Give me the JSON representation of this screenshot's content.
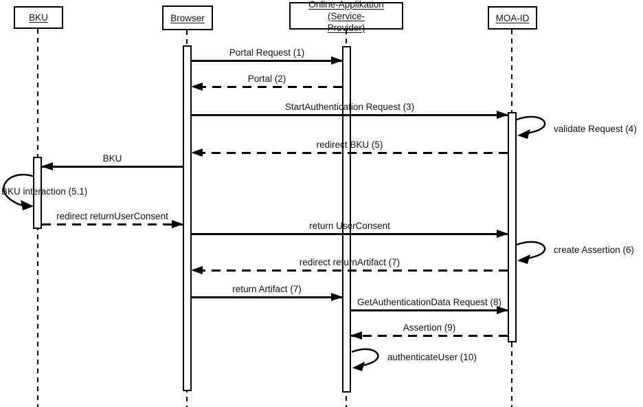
{
  "diagram_type": "uml-sequence",
  "colors": {
    "background": "#ffffff",
    "line": "#000000",
    "text": "#111111"
  },
  "participants": [
    {
      "label": "BKU"
    },
    {
      "label": "Browser"
    },
    {
      "label": "Online-Applikation (Service-\nProvider)"
    },
    {
      "label": "MOA-ID"
    }
  ],
  "messages": [
    {
      "label": "Portal Request (1)",
      "from": "Browser",
      "to": "Online-Applikation (Service-Provider)",
      "style": "solid"
    },
    {
      "label": "Portal (2)",
      "from": "Online-Applikation (Service-Provider)",
      "to": "Browser",
      "style": "dashed"
    },
    {
      "label": "StartAuthentication Request (3)",
      "from": "Browser",
      "to": "MOA-ID",
      "style": "solid"
    },
    {
      "label": "validate Request (4)",
      "from": "MOA-ID",
      "to": "MOA-ID",
      "style": "self"
    },
    {
      "label": "redirect BKU (5)",
      "from": "MOA-ID",
      "to": "Browser",
      "style": "dashed"
    },
    {
      "label": "BKU",
      "from": "Browser",
      "to": "BKU",
      "style": "solid"
    },
    {
      "label": "BKU interaction (5.1)",
      "from": "BKU",
      "to": "BKU",
      "style": "self"
    },
    {
      "label": "redirect returnUserConsent",
      "from": "BKU",
      "to": "Browser",
      "style": "dashed"
    },
    {
      "label": "return UserConsent",
      "from": "Browser",
      "to": "MOA-ID",
      "style": "solid"
    },
    {
      "label": "create Assertion (6)",
      "from": "MOA-ID",
      "to": "MOA-ID",
      "style": "self"
    },
    {
      "label": "redirect returnArtifact (7)",
      "from": "MOA-ID",
      "to": "Browser",
      "style": "dashed"
    },
    {
      "label": "return Artifact (7)",
      "from": "Browser",
      "to": "Online-Applikation (Service-Provider)",
      "style": "solid"
    },
    {
      "label": "GetAuthenticationData Request (8)",
      "from": "Online-Applikation (Service-Provider)",
      "to": "MOA-ID",
      "style": "solid"
    },
    {
      "label": "Assertion (9)",
      "from": "MOA-ID",
      "to": "Online-Applikation (Service-Provider)",
      "style": "dashed"
    },
    {
      "label": "authenticateUser (10)",
      "from": "Online-Applikation (Service-Provider)",
      "to": "Online-Applikation (Service-Provider)",
      "style": "self"
    }
  ]
}
